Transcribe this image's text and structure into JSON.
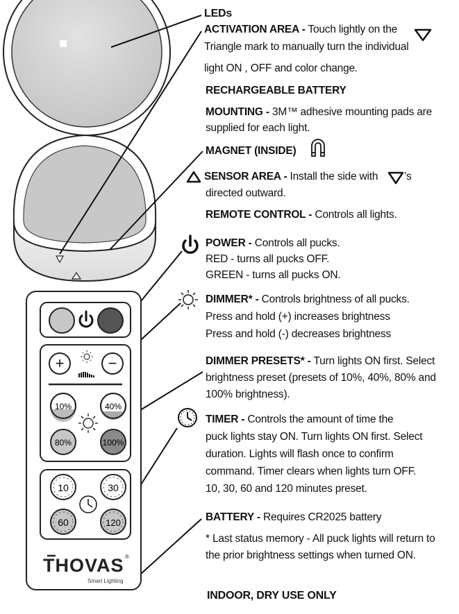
{
  "brand": {
    "name": "THOVAS",
    "registered": "®",
    "tagline": "Smart Lighting"
  },
  "remote_labels": {
    "dimmer_plus": "+",
    "dimmer_minus": "−",
    "preset_10": "10%",
    "preset_40": "40%",
    "preset_80": "80%",
    "preset_100": "100%",
    "timer_10": "10",
    "timer_30": "30",
    "timer_60": "60",
    "timer_120": "120"
  },
  "callouts": {
    "leds": {
      "title": "LEDs"
    },
    "activation": {
      "title": "ACTIVATION  AREA -",
      "line1": "Touch lightly on the",
      "line2": "Triangle mark to manually turn the individual",
      "line3": "light ON , OFF and color change."
    },
    "battery_rechargeable": {
      "title": "RECHARGEABLE  BATTERY"
    },
    "mounting": {
      "title": "MOUNTING -",
      "line1": "3M™ adhesive mounting pads are",
      "line2": "supplied for each light."
    },
    "magnet": {
      "title": "MAGNET (INSIDE)"
    },
    "sensor": {
      "title": "SENSOR AREA -",
      "line1": "Install the side with",
      "line1_suffix": "’s",
      "line2": "directed outward."
    },
    "remote": {
      "title": "REMOTE CONTROL -",
      "line1": "Controls all lights."
    },
    "power": {
      "title": "POWER -",
      "line1": "Controls all pucks.",
      "line2": "RED - turns all pucks OFF.",
      "line3": "GREEN - turns all pucks ON."
    },
    "dimmer": {
      "title": "DIMMER* -",
      "line1": "Controls brightness of all pucks.",
      "line2": "Press and hold (+) increases brightness",
      "line3": "Press and hold (-) decreases brightness"
    },
    "presets": {
      "title": "DIMMER PRESETS* -",
      "line1": "Turn lights ON first. Select",
      "line2": "brightness preset (presets of 10%, 40%, 80% and",
      "line3": "100% brightness)."
    },
    "timer": {
      "title": "TIMER -",
      "line1": "Controls the amount of time the",
      "line2": "puck lights stay ON.  Turn lights ON first. Select",
      "line3": "duration. Lights will flash once to confirm",
      "line4": "command. Timer clears when lights turn OFF.",
      "line5": "10, 30, 60 and 120 minutes preset."
    },
    "battery": {
      "title": "BATTERY -",
      "line1": "Requires CR2025 battery"
    },
    "memory": {
      "title": "* Last status memory -",
      "line1": "All puck lights will return to",
      "line2": "the prior brightness settings when turned ON."
    },
    "indoor": {
      "title": "INDOOR, DRY USE ONLY"
    }
  },
  "colors": {
    "power_off": "#c8c8c8",
    "power_on": "#555555",
    "preset_100": "#8a8a8a",
    "preset_80": "#c6c6c6",
    "dome": "#cfcfcf"
  }
}
